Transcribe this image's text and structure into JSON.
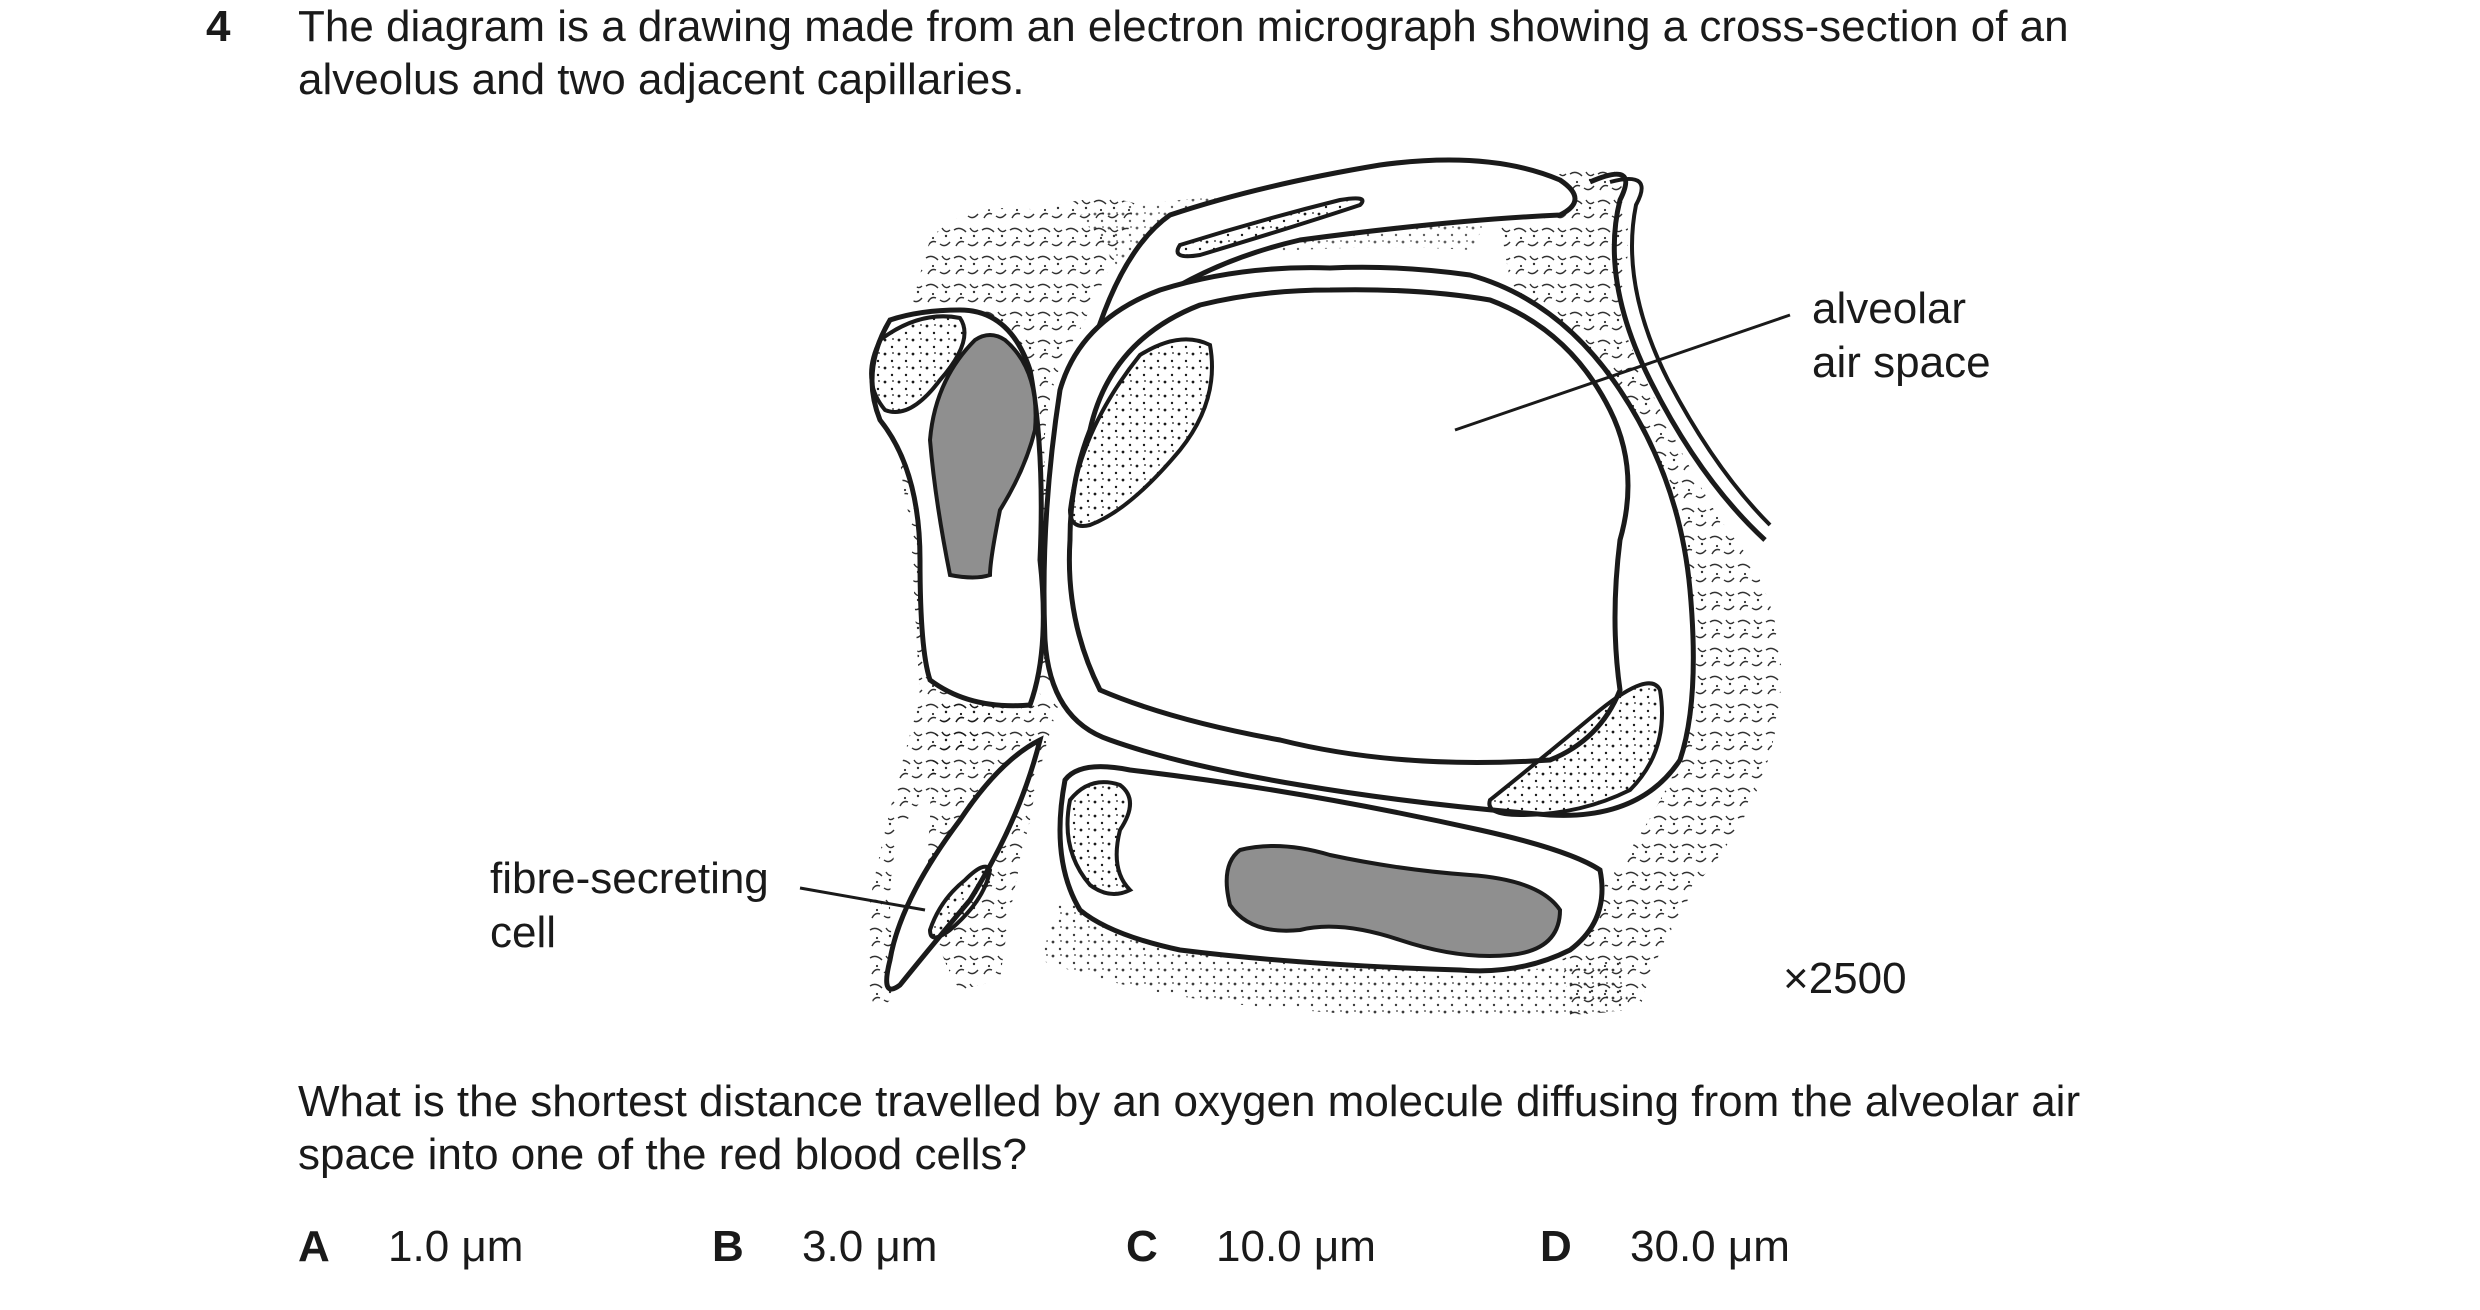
{
  "question": {
    "number": "4",
    "intro_line1": "The diagram is a drawing made from an electron micrograph showing a cross-section of an",
    "intro_line2": "alveolus and two adjacent capillaries.",
    "prompt_line1": "What is the shortest distance travelled by an oxygen molecule diffusing from the alveolar air",
    "prompt_line2": "space into one of the red blood cells?"
  },
  "diagram": {
    "label_alveolar_line1": "alveolar",
    "label_alveolar_line2": "air space",
    "label_fibre_line1": "fibre-secreting",
    "label_fibre_line2": "cell",
    "magnification": "×2500"
  },
  "options": [
    {
      "letter": "A",
      "value": "1.0 μm"
    },
    {
      "letter": "B",
      "value": "3.0 μm"
    },
    {
      "letter": "C",
      "value": "10.0 μm"
    },
    {
      "letter": "D",
      "value": "30.0 μm"
    }
  ],
  "colors": {
    "ink": "#1a1a1a",
    "red_blood_cell_fill": "#8f8f8f"
  }
}
